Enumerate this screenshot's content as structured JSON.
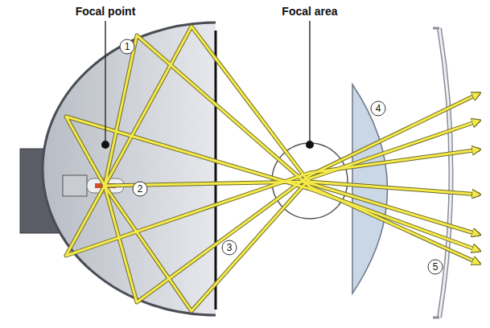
{
  "diagram": {
    "labels": [
      "Focal point",
      "Focal area",
      "1",
      "2",
      "3",
      "4",
      "5"
    ]
  }
}
